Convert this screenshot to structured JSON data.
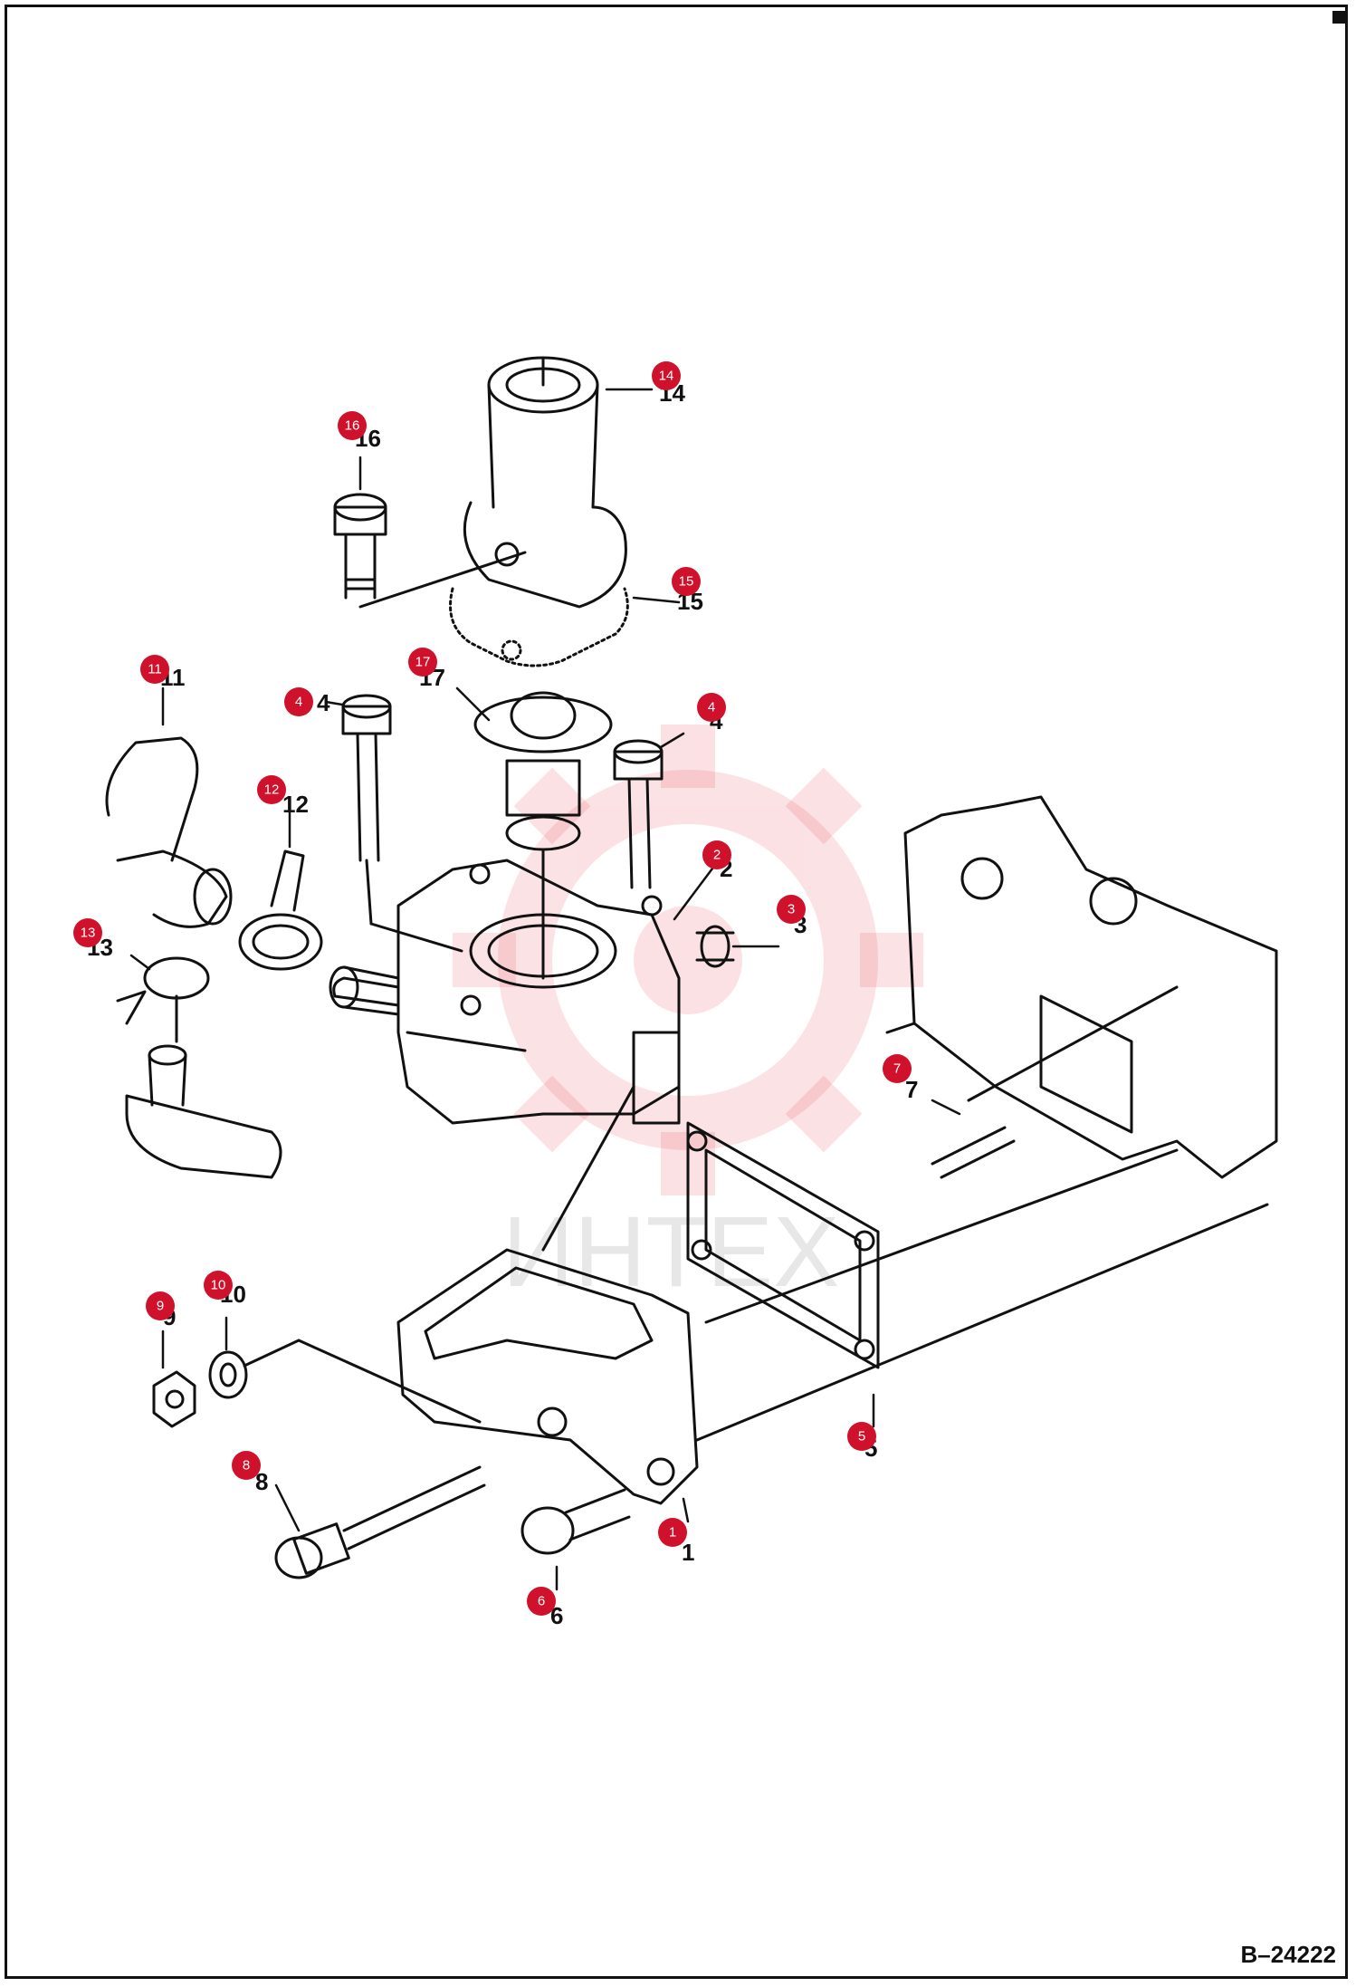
{
  "figure": {
    "reference_code": "B–24222",
    "watermark_text": "ИНТЕХ",
    "callout_color": "#d0112b"
  },
  "callouts": [
    {
      "label": "1"
    },
    {
      "label": "2"
    },
    {
      "label": "3"
    },
    {
      "label": "4"
    },
    {
      "label": "4"
    },
    {
      "label": "5"
    },
    {
      "label": "6"
    },
    {
      "label": "7"
    },
    {
      "label": "8"
    },
    {
      "label": "9"
    },
    {
      "label": "10"
    },
    {
      "label": "11"
    },
    {
      "label": "12"
    },
    {
      "label": "13"
    },
    {
      "label": "14"
    },
    {
      "label": "15"
    },
    {
      "label": "16"
    },
    {
      "label": "17"
    }
  ],
  "printed_numbers": [
    "14",
    "16",
    "15",
    "17",
    "11",
    "4",
    "4",
    "12",
    "2",
    "3",
    "13",
    "7",
    "10",
    "9",
    "5",
    "8",
    "1",
    "6"
  ]
}
